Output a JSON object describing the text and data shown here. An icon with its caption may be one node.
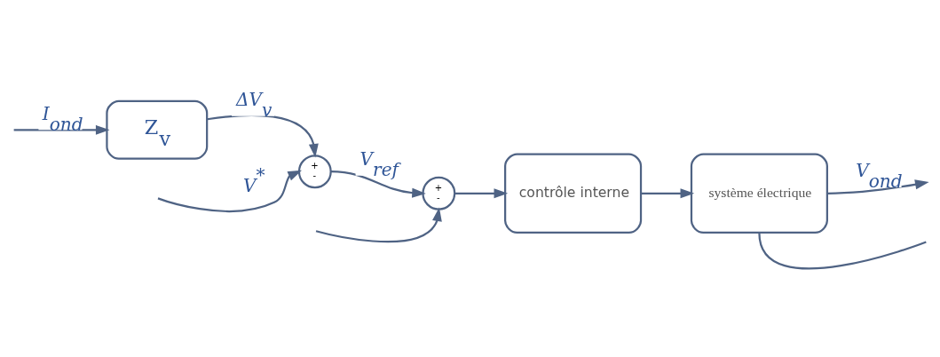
{
  "diagram": {
    "nodes": [
      {
        "text": [
          "Z$_{v}$"
        ]
      },
      {
        "text": [
          "+",
          "-"
        ]
      },
      {
        "text": [
          "+",
          "-"
        ]
      },
      {
        "text": [
          "contrôle interne"
        ]
      },
      {
        "text": [
          "système électrique"
        ]
      }
    ],
    "edges": [
      {
        "from": null,
        "to": 0,
        "arrow": "to",
        "label": "I$_{ond}$"
      },
      {
        "from": 0,
        "to": 1,
        "arrow": "to",
        "label": "ΔV$_{v}$"
      },
      {
        "from": null,
        "to": 1,
        "arrow": "to",
        "label": "V$^{*}$"
      },
      {
        "from": 1,
        "to": 2,
        "arrow": "to",
        "label": "V$_{ref}$"
      },
      {
        "from": 2,
        "to": 3,
        "arrow": "to"
      },
      {
        "from": 3,
        "to": 4,
        "arrow": "to"
      },
      {
        "from": 4,
        "to": null,
        "arrow": "none"
      },
      {
        "from": 4,
        "to": null,
        "arrow": "to",
        "label": "V$_{ond}$"
      },
      {
        "from": null,
        "to": 2,
        "arrow": "to"
      }
    ]
  }
}
